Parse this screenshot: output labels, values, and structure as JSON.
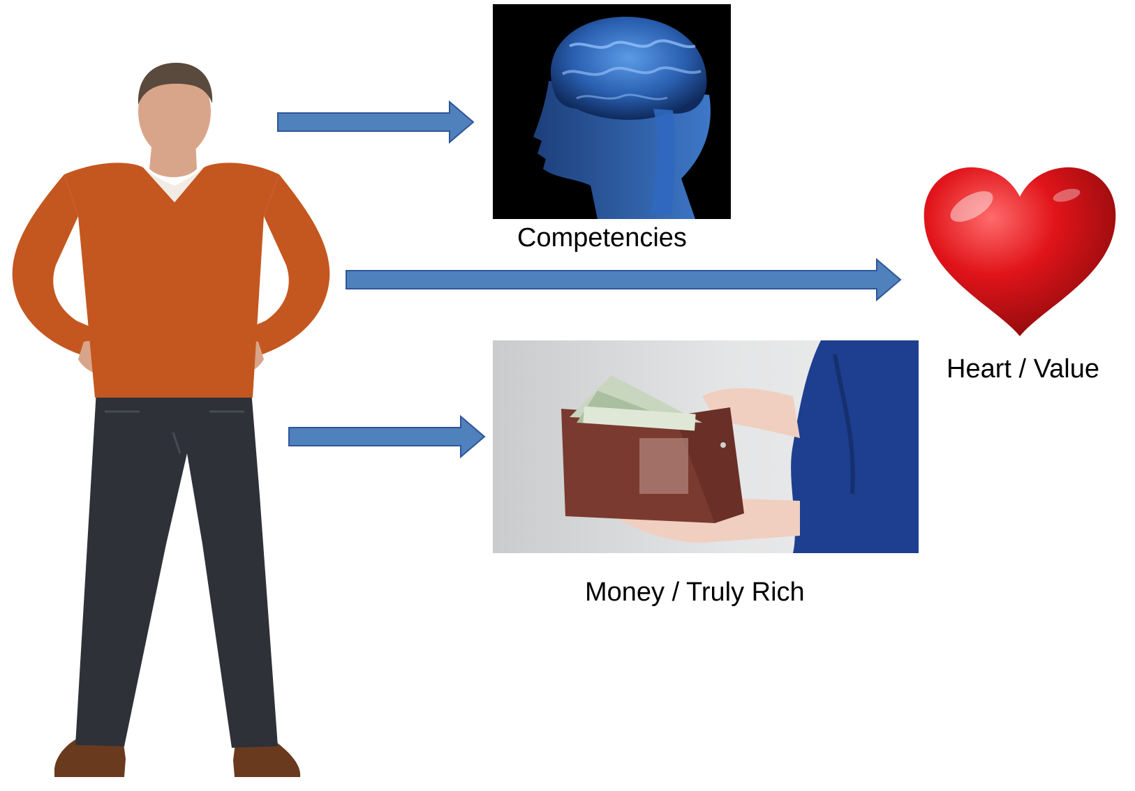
{
  "captions": {
    "competencies": "Competencies",
    "heart_value": "Heart / Value",
    "money": "Money / Truly Rich"
  },
  "colors": {
    "arrow_fill": "#4f81bd",
    "arrow_stroke": "#2f5597",
    "sweater": "#c4571f",
    "jeans": "#2e3138",
    "heart_red": "#d70f12",
    "brain_blue": "#2a5fb0",
    "wallet_brown": "#7a3a30",
    "shirt_blue": "#1e3e8f"
  },
  "icons": {
    "person": "person-image",
    "brain": "brain-head-image",
    "heart": "heart-icon",
    "wallet": "wallet-hands-image",
    "arrow": "right-arrow-icon"
  }
}
